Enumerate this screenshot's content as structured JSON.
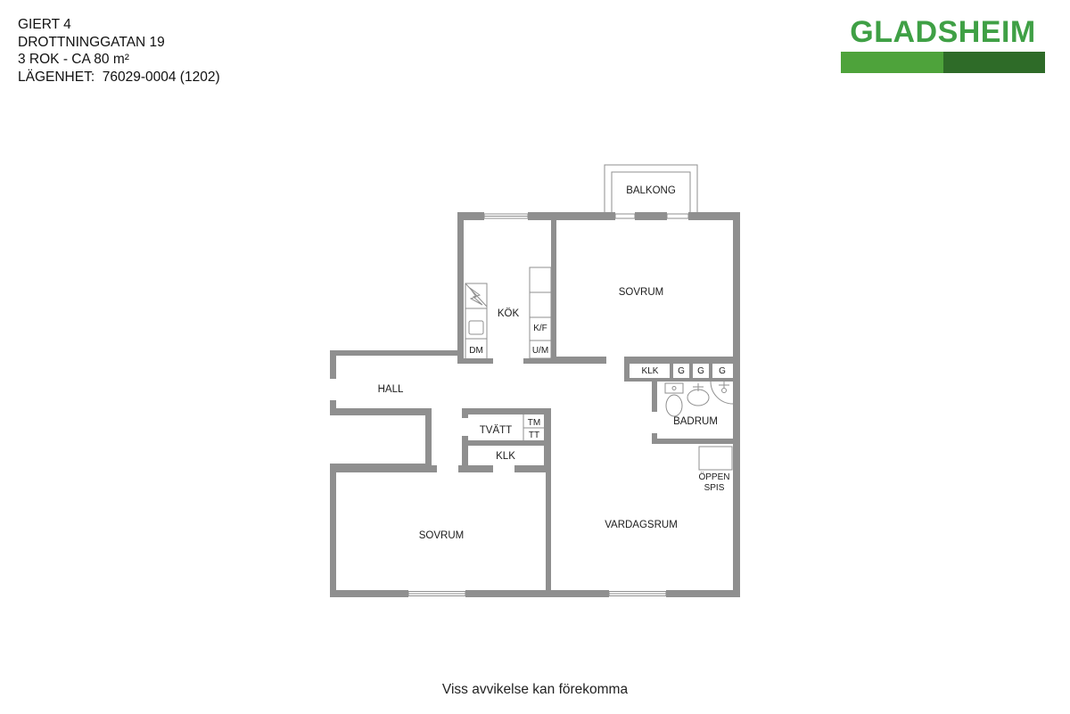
{
  "header": {
    "line1": "GIERT 4",
    "line2": "DROTTNINGGATAN 19",
    "line3": "3 ROK - CA 80 m²",
    "line4": "LÄGENHET:  76029-0004 (1202)"
  },
  "logo": {
    "wordmark": "GLADSHEIM",
    "colors": {
      "text": "#3fa045",
      "bar_left": "#4ea33b",
      "bar_right": "#2e6b28"
    }
  },
  "plan": {
    "wall_color": "#8f8f8f",
    "rooms": {
      "balkong": "BALKONG",
      "sovrum_upper": "SOVRUM",
      "kok": "KÖK",
      "hall": "HALL",
      "badrum": "BADRUM",
      "tvatt": "TVÄTT",
      "vardagsrum": "VARDAGSRUM",
      "sovrum_lower": "SOVRUM",
      "klk_lower": "KLK",
      "oppen_line1": "ÖPPEN",
      "oppen_line2": "SPIS"
    },
    "cabinets": {
      "klk_upper": "KLK",
      "g1": "G",
      "g2": "G",
      "g3": "G"
    },
    "appliances": {
      "dm": "DM",
      "kf": "K/F",
      "um": "U/M",
      "tm": "TM",
      "tt": "TT"
    }
  },
  "footer": {
    "disclaimer": "Viss avvikelse kan förekomma"
  }
}
